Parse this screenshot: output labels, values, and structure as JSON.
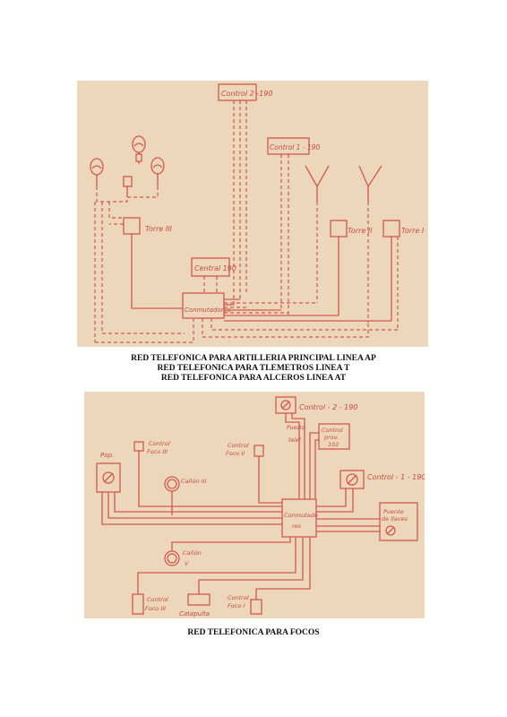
{
  "top_diagram": {
    "labels": {
      "control2": "Control 2 -190",
      "control1": "Control 1 - 190",
      "torre3": "Torre III",
      "torre2": "Torre II",
      "torre1": "Torre I",
      "central": "Central 190",
      "conmutadores": "Conmutadores"
    }
  },
  "captions_top": [
    "RED TELEFONICA PARA ARTILLERIA PRINCIPAL LINEA AP",
    "RED TELEFONICA PARA TLEMETROS LINEA T",
    "RED TELEFONICA PARA ALCEROS LINEA AT"
  ],
  "bottom_diagram": {
    "labels": {
      "control2": "Control - 2 - 190",
      "puesto_line1": "Puesto",
      "puesto_line2": "telef.",
      "control_prov_line1": "Control",
      "control_prov_line2": "prov.",
      "control_prov_line3": "102",
      "pop": "Pop.",
      "control_foco3_line1": "Control",
      "control_foco3_line2": "Foco III",
      "control_foco2_line1": "Control",
      "control_foco2_line2": "Foco II",
      "canon3": "Cañón III",
      "control1": "Control - 1 - 190",
      "conmutadores_line1": "Conmutado",
      "conmutadores_line2": "res",
      "puente_line1": "Puente",
      "puente_line2": "de llaves",
      "canon5_line1": "Cañón",
      "canon5_line2": "V",
      "control_foco3b_line1": "Control",
      "control_foco3b_line2": "Foco III",
      "catapulta": "Catapulta",
      "control_foco1_line1": "Control",
      "control_foco1_line2": "Foco I"
    }
  },
  "caption_bottom": "RED TELEFONICA PARA FOCOS"
}
